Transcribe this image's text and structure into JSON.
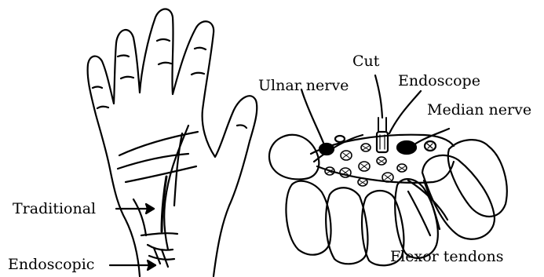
{
  "labels": {
    "traditional": "Traditional",
    "endoscopic": "Endoscopic",
    "cut": "Cut",
    "endoscope": "Endoscope",
    "ulnar_nerve": "Ulnar nerve",
    "median_nerve": "Median nerve",
    "flexor_tendons": "Flexor tendons"
  },
  "colors": {
    "ink": "#000000",
    "paper": "#ffffff"
  }
}
